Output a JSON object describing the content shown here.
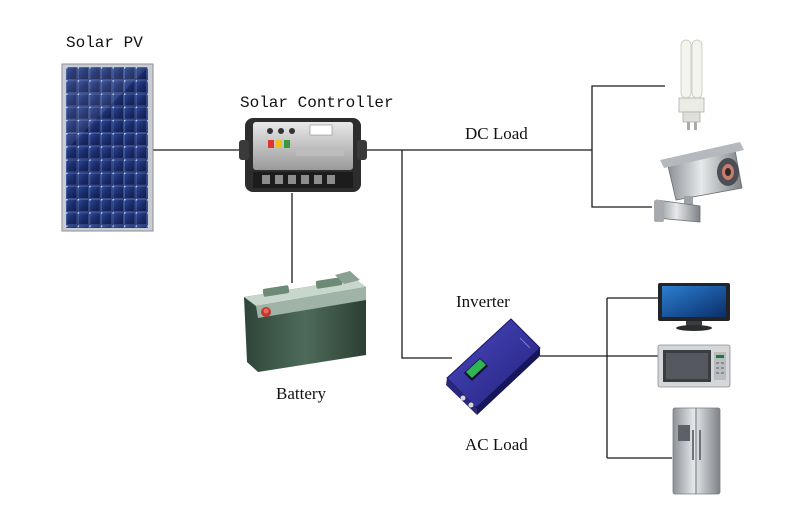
{
  "labels": {
    "solar_pv": "Solar PV",
    "solar_controller": "Solar Controller",
    "dc_load": "DC Load",
    "inverter": "Inverter",
    "battery": "Battery",
    "ac_load": "AC Load"
  },
  "components": [
    {
      "name": "solar-panel",
      "icon": "solar-panel-icon"
    },
    {
      "name": "solar-controller",
      "icon": "charge-controller-icon"
    },
    {
      "name": "battery",
      "icon": "battery-icon"
    },
    {
      "name": "inverter",
      "icon": "inverter-icon"
    },
    {
      "name": "dc-load-lamp",
      "icon": "cfl-lamp-icon"
    },
    {
      "name": "dc-load-camera",
      "icon": "security-camera-icon"
    },
    {
      "name": "ac-load-tv",
      "icon": "tv-icon"
    },
    {
      "name": "ac-load-microwave",
      "icon": "microwave-icon"
    },
    {
      "name": "ac-load-fridge",
      "icon": "refrigerator-icon"
    }
  ],
  "colors": {
    "wire": "#1a1a1a",
    "panel_blue": "#1f2f6e",
    "battery_green": "#3f5a4a",
    "inverter_purple": "#3d3aa0"
  }
}
